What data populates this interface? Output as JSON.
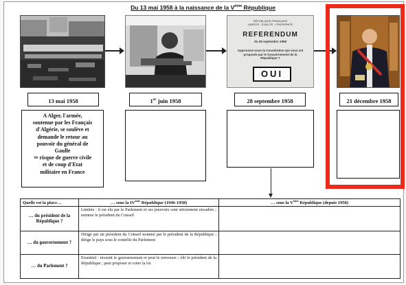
{
  "title": {
    "text": "Du 13 mai 1958 à la naissance de la V",
    "sup": "ème",
    "after": " République"
  },
  "referendum": {
    "header_line1": "RÉPUBLIQUE FRANÇAISE",
    "header_line2": "LIBERTÉ - ÉGALITÉ - FRATERNITÉ",
    "title": "REFERENDUM",
    "date": "du 28 septembre 1958",
    "question": "Approuvez-vous la Constitution qui vous est proposée par le Gouvernement de la République ?",
    "vote": "OUI"
  },
  "events": [
    {
      "date": "13 mai 1958",
      "date_sup": "",
      "date_after": ""
    },
    {
      "date": "1",
      "date_sup": "er",
      "date_after": " juin 1958"
    },
    {
      "date": "28 septembre 1958",
      "date_sup": "",
      "date_after": ""
    },
    {
      "date": "21 décembre 1958",
      "date_sup": "",
      "date_after": ""
    }
  ],
  "event1_text": [
    "A Alger, l'armée,",
    "soutenue par les Français",
    "d'Algérie, se soulève et",
    "demande le retour au",
    "pouvoir du général de",
    "Gaulle",
    "⇒ risque de guerre civile",
    "et de coup d'Etat",
    "militaire en France"
  ],
  "table": {
    "col1": "Quelle est la place…",
    "col2": {
      "before": "… sous la IV",
      "sup": "ème",
      "after": " République (1946-1958)"
    },
    "col3": {
      "before": "… sous la V",
      "sup": "ème",
      "after": " République (depuis 1958)"
    },
    "rows": [
      {
        "label": "… du président de la République ?",
        "iv": "Limitée : il est élu par le Parlement et ses pouvoirs sont strictement encadrés ; nomme le président du Conseil",
        "v": ""
      },
      {
        "label": "… du gouvernement ?",
        "iv": "Dirigé par un président du Conseil nommé par le président de la République ; dirige le pays sous le contrôle du Parlement",
        "v": ""
      },
      {
        "label": "… du Parlement ?",
        "iv": "Essentiel : investit le gouvernement et peut le renverser ; élit le président de la République ; peut proposer et voter la loi",
        "v": ""
      }
    ]
  },
  "colors": {
    "highlight": "#ee2a1a"
  }
}
